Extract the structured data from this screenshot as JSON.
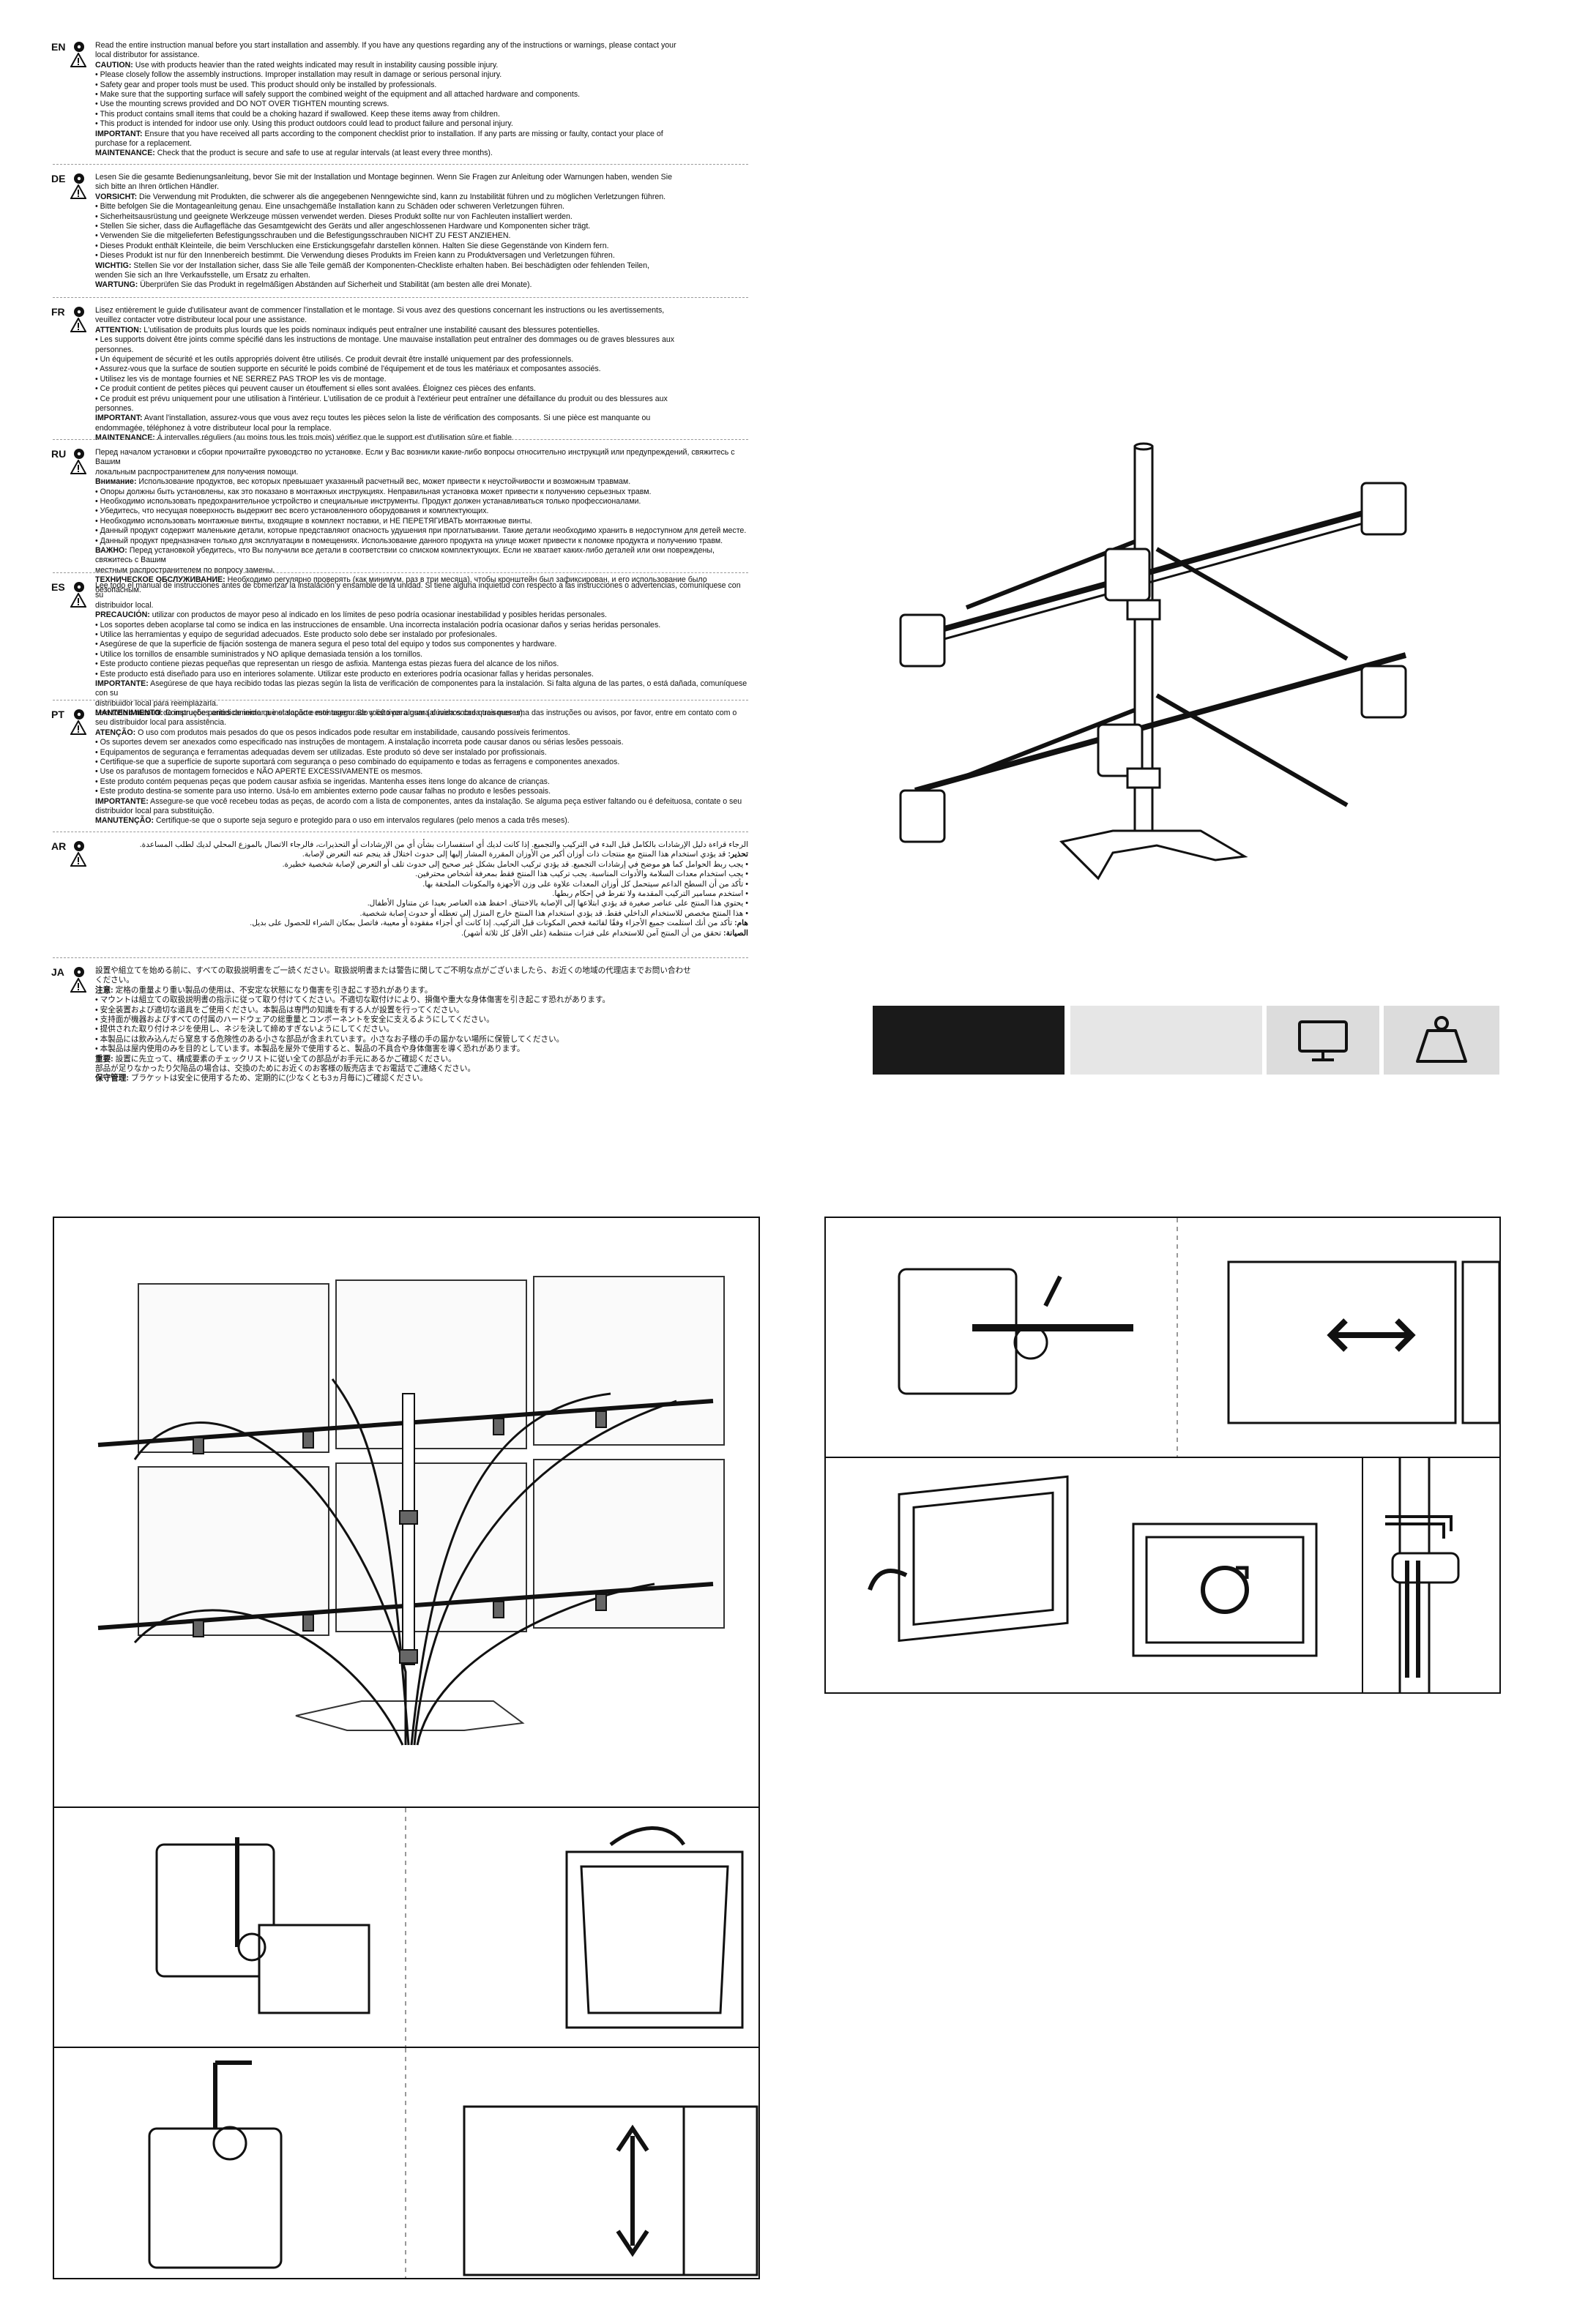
{
  "languages": [
    {
      "code": "EN",
      "lines": [
        "Read the entire instruction manual before you start installation and assembly. If you have any questions regarding any of the instructions or warnings, please contact your",
        "local distributor for assistance.",
        "CAUTION: Use with products heavier than the rated weights indicated may result in instability causing possible injury.",
        "• Please closely follow the assembly instructions. Improper installation may result in damage or serious personal injury.",
        "• Safety gear and proper tools must be used. This product should only be installed by professionals.",
        "• Make sure that the supporting surface will safely support the combined weight of the equipment and all attached hardware and components.",
        "• Use the mounting screws provided and DO NOT OVER TIGHTEN mounting screws.",
        "• This product contains small items that could be a choking hazard if swallowed. Keep these items away from children.",
        "• This product is intended for indoor use only. Using this product outdoors could lead to product failure and personal injury.",
        "IMPORTANT: Ensure that you have received all parts according to the component checklist prior to installation. If any parts are missing or faulty, contact your place of",
        "purchase for a replacement.",
        "MAINTENANCE: Check that the product is secure and safe to use at regular intervals (at least every three months)."
      ]
    },
    {
      "code": "DE",
      "lines": [
        "Lesen Sie die gesamte Bedienungsanleitung, bevor Sie mit der Installation und Montage beginnen. Wenn Sie Fragen zur Anleitung oder Warnungen haben, wenden Sie",
        "sich bitte an Ihren örtlichen Händler.",
        "VORSICHT: Die Verwendung mit Produkten, die schwerer als die angegebenen Nenngewichte sind, kann zu Instabilität führen und zu möglichen Verletzungen führen.",
        "• Bitte befolgen Sie die Montageanleitung genau. Eine unsachgemäße Installation kann zu Schäden oder schweren Verletzungen führen.",
        "• Sicherheitsausrüstung und geeignete Werkzeuge müssen verwendet werden. Dieses Produkt sollte nur von Fachleuten installiert werden.",
        "• Stellen Sie sicher, dass die Auflagefläche das Gesamtgewicht des Geräts und aller angeschlossenen Hardware und Komponenten sicher trägt.",
        "• Verwenden Sie die mitgelieferten Befestigungsschrauben und die Befestigungsschrauben NICHT ZU FEST ANZIEHEN.",
        "• Dieses Produkt enthält Kleinteile, die beim Verschlucken eine Erstickungsgefahr darstellen können. Halten Sie diese Gegenstände von Kindern fern.",
        "• Dieses Produkt ist nur für den Innenbereich bestimmt. Die Verwendung dieses Produkts im Freien kann zu Produktversagen und Verletzungen führen.",
        "WICHTIG: Stellen Sie vor der Installation sicher, dass Sie alle Teile gemäß der Komponenten-Checkliste erhalten haben. Bei beschädigten oder fehlenden Teilen,",
        "wenden Sie sich an Ihre Verkaufsstelle, um Ersatz zu erhalten.",
        "WARTUNG: Überprüfen Sie das Produkt in regelmäßigen Abständen auf Sicherheit und Stabilität (am besten alle drei Monate)."
      ]
    },
    {
      "code": "FR",
      "lines": [
        "Lisez entièrement le guide d'utilisateur avant de commencer l'installation et le montage. Si vous avez des questions concernant les instructions ou les avertissements,",
        "veuillez contacter votre distributeur local pour une assistance.",
        "ATTENTION: L'utilisation de produits plus lourds que les poids nominaux indiqués peut entraîner une instabilité causant des blessures potentielles.",
        "• Les supports doivent être joints comme spécifié dans les instructions de montage. Une mauvaise installation peut entraîner des dommages ou de graves blessures aux",
        "personnes.",
        "• Un équipement de sécurité et les outils appropriés doivent être utilisés. Ce produit devrait être installé uniquement par des professionnels.",
        "• Assurez-vous que la surface de soutien supporte en sécurité le poids combiné de l'équipement et de tous les matériaux et composantes associés.",
        "• Utilisez les vis de montage fournies et NE SERREZ PAS TROP les vis de montage.",
        "• Ce produit contient de petites pièces qui peuvent causer un étouffement si elles sont avalées. Éloignez ces pièces des enfants.",
        "• Ce produit est prévu uniquement pour une utilisation à l'intérieur. L'utilisation de ce produit à l'extérieur peut entraîner une défaillance du produit ou des blessures aux",
        "personnes.",
        "IMPORTANT: Avant l'installation, assurez-vous que vous avez reçu toutes les pièces selon la liste de vérification des composants. Si une pièce est manquante ou",
        "endommagée, téléphonez à votre distributeur local pour la remplace.",
        "MAINTENANCE: À intervalles réguliers (au moins tous les trois mois) vérifiez que le support est d'utilisation sûre et fiable."
      ]
    },
    {
      "code": "RU",
      "lines": [
        "Перед началом установки и сборки прочитайте руководство по установке. Если у Вас возникли какие-либо вопросы относительно инструкций или предупреждений, свяжитесь с Вашим",
        "локальным распространителем для получения помощи.",
        "Внимание: Использование продуктов, вес которых превышает указанный расчетный вес, может привести к неустойчивости и возможным травмам.",
        "• Опоры должны быть установлены, как это показано в монтажных инструкциях. Неправильная установка может привести к получению серьезных травм.",
        "• Необходимо использовать предохранительное устройство и специальные инструменты. Продукт должен устанавливаться только профессионалами.",
        "• Убедитесь, что несущая поверхность выдержит вес всего установленного оборудования и комплектующих.",
        "• Необходимо использовать монтажные винты, входящие в комплект поставки, и НЕ ПЕРЕТЯГИВАТЬ монтажные винты.",
        "• Данный продукт содержит маленькие детали, которые представляют опасность удушения при проглатывании. Такие детали необходимо хранить в недоступном для детей месте.",
        "• Данный продукт предназначен только для эксплуатации в помещениях. Использование данного продукта на улице может привести к поломке продукта и получению травм.",
        "ВАЖНО: Перед установкой убедитесь, что Вы получили все детали в соответствии со списком комплектующих. Если не хватает каких-либо деталей или они повреждены, свяжитесь с Вашим",
        "местным распространителем по вопросу замены.",
        "ТЕХНИЧЕСКОЕ ОБСЛУЖИВАНИЕ: Необходимо регулярно проверять (как минимум, раз в три месяца), чтобы кронштейн был зафиксирован, и его использование было безопасным."
      ]
    },
    {
      "code": "ES",
      "lines": [
        "Lee todo el manual de instrucciones antes de comenzar la instalación y ensamble de la unidad. Si tiene alguna inquietud con respecto a las instrucciones o advertencias, comuníquese con su",
        "distribuidor local.",
        "PRECAUCIÓN: utilizar con productos de mayor peso al indicado en los límites de peso podría ocasionar inestabilidad y posibles heridas personales.",
        "• Los soportes deben acoplarse tal como se indica en las instrucciones de ensamble. Una incorrecta instalación podría ocasionar daños y serias heridas personales.",
        "• Utilice las herramientas y equipo de seguridad adecuados. Este producto solo debe ser instalado por profesionales.",
        "• Asegúrese de que la superficie de fijación sostenga de manera segura el peso total del equipo y todos sus componentes y hardware.",
        "• Utilice los tornillos de ensamble suministrados y NO aplique demasiada tensión a los tornillos.",
        "• Este producto contiene piezas pequeñas que representan un riesgo de asfixia. Mantenga estas piezas fuera del alcance de los niños.",
        "• Este producto está diseñado para uso en interiores solamente. Utilizar este producto en exteriores podría ocasionar fallas y heridas personales.",
        "IMPORTANTE: Asegúrese de que haya recibido todas las piezas según la lista de verificación de componentes para la instalación. Si falta alguna de las partes, o está dañada, comuníquese con su",
        "distribuidor local para reemplazarla.",
        "MANTENIMIENTO: Compruebe periódicamente que el soporte esté asegurado y listo para usar (al menos cada tres meses)."
      ]
    },
    {
      "code": "PT",
      "lines": [
        "Leia todo o manual de instruções antes de iniciar a instalação e montagem. Se você tiver alguma dúvida sobre quaisquer uma das instruções ou avisos, por favor, entre em contato com o",
        "seu distribuidor local para assistência.",
        "ATENÇÃO: O uso com produtos mais pesados do que os pesos indicados pode resultar em instabilidade, causando possíveis ferimentos.",
        "• Os suportes devem ser anexados como especificado nas instruções de montagem. A instalação incorreta pode causar danos ou sérias lesões pessoais.",
        "• Equipamentos de segurança e ferramentas adequadas devem ser utilizadas. Este produto só deve ser instalado por profissionais.",
        "• Certifique-se que a superfície de suporte suportará com segurança o peso combinado do equipamento e todas as ferragens e componentes anexados.",
        "• Use os parafusos de montagem fornecidos e NÃO APERTE EXCESSIVAMENTE os mesmos.",
        "• Este produto contém pequenas peças que podem causar asfixia se ingeridas. Mantenha esses itens longe do alcance de crianças.",
        "• Este produto destina-se somente para uso interno. Usá-lo em ambientes externo pode causar falhas no produto e lesões pessoais.",
        "IMPORTANTE: Assegure-se que você recebeu todas as peças, de acordo com a lista de componentes, antes da instalação. Se alguma peça estiver faltando ou é defeituosa, contate o seu",
        "distribuidor local para substituição.",
        "MANUTENÇÃO: Certifique-se que o suporte seja seguro e protegido para o uso em intervalos regulares (pelo menos a cada três meses)."
      ]
    },
    {
      "code": "AR",
      "lines": [
        "الرجاء قراءة دليل الإرشادات بالكامل قبل البدء في التركيب والتجميع. إذا كانت لديك أي استفسارات بشأن أي من الإرشادات أو التحذيرات، فالرجاء الاتصال بالموزع المحلي لديك لطلب المساعدة.",
        "تحذير: قد يؤدي استخدام هذا المنتج مع منتجات ذات أوزان أكبر من الأوزان المقررة المشار إليها إلى حدوث اختلال قد ينجم عنه التعرض لإصابة.",
        "• يجب ربط الحوامل كما هو موضح في إرشادات التجميع. قد يؤدي تركيب الحامل بشكل غير صحيح إلى حدوث تلف أو التعرض لإصابة شخصية خطيرة.",
        "• يجب استخدام معدات السلامة والأدوات المناسبة. يجب تركيب هذا المنتج فقط بمعرفة أشخاص محترفين.",
        "• تأكد من أن السطح الداعم سيتحمل كل أوزان المعدات علاوة على وزن الأجهزة والمكونات الملحقة بها.",
        "• استخدم مسامير التركيب المقدمة ولا تفرط في إحكام ربطها.",
        "• يحتوي هذا المنتج على عناصر صغيرة قد يؤدي ابتلاعها إلى الإصابة بالاختناق. احفظ هذه العناصر بعيدا عن متناول الأطفال.",
        "• هذا المنتج مخصص للاستخدام الداخلي فقط. قد يؤدي استخدام هذا المنتج خارج المنزل إلى تعطله أو حدوث إصابة شخصية.",
        "هام: تأكد من أنك استلمت جميع الأجزاء وفقًا لقائمة فحص المكونات قبل التركيب. إذا كانت أي أجزاء مفقودة أو معيبة، فاتصل بمكان الشراء للحصول على بديل.",
        "الصيانة: تحقق من أن المنتج آمن للاستخدام على فترات منتظمة (على الأقل كل ثلاثة أشهر)."
      ]
    },
    {
      "code": "JA",
      "lines": [
        "設置や組立てを始める前に、すべての取扱説明書をご一読ください。取扱説明書または警告に関してご不明な点がございましたら、お近くの地域の代理店までお問い合わせ",
        "ください。",
        "注意: 定格の重量より重い製品の使用は、不安定な状態になり傷害を引き起こす恐れがあります。",
        "• マウントは組立ての取扱説明書の指示に従って取り付けてください。不適切な取付けにより、損傷や重大な身体傷害を引き起こす恐れがあります。",
        "• 安全装置および適切な道具をご使用ください。本製品は専門の知識を有する人が設置を行ってください。",
        "• 支持面が機器およびすべての付属のハードウェアの総重量とコンポーネントを安全に支えるようにしてください。",
        "• 提供された取り付けネジを使用し、ネジを決して締めすぎないようにしてください。",
        "• 本製品には飲み込んだら窒息する危険性のある小さな部品が含まれています。小さなお子様の手の届かない場所に保管してください。",
        "• 本製品は屋内使用のみを目的としています。本製品を屋外で使用すると、製品の不具合や身体傷害を導く恐れがあります。",
        "重要: 設置に先立って、構成要素のチェックリストに従い全ての部品がお手元にあるかご確認ください。",
        "部品が足りなかったり欠陥品の場合は、交換のためにお近くのお客様の販売店までお電話でご連絡ください。",
        "保守管理: ブラケットは安全に使用するため、定期的に(少なくとも3ヵ月毎に)ご確認ください。"
      ]
    }
  ],
  "spec_bar": {
    "icons": [
      "monitor-icon",
      "weight-icon"
    ],
    "colors": {
      "dark": "#1a1a1a",
      "light": "#e6e6e6",
      "mid": "#dcdcdc"
    }
  },
  "figures": [
    "product-stand-illustration",
    "cable-management-illustration",
    "vesa-plate-tilt-step",
    "vesa-plate-height-step",
    "arm-extension-step",
    "rotation-step",
    "cable-clip-step"
  ]
}
